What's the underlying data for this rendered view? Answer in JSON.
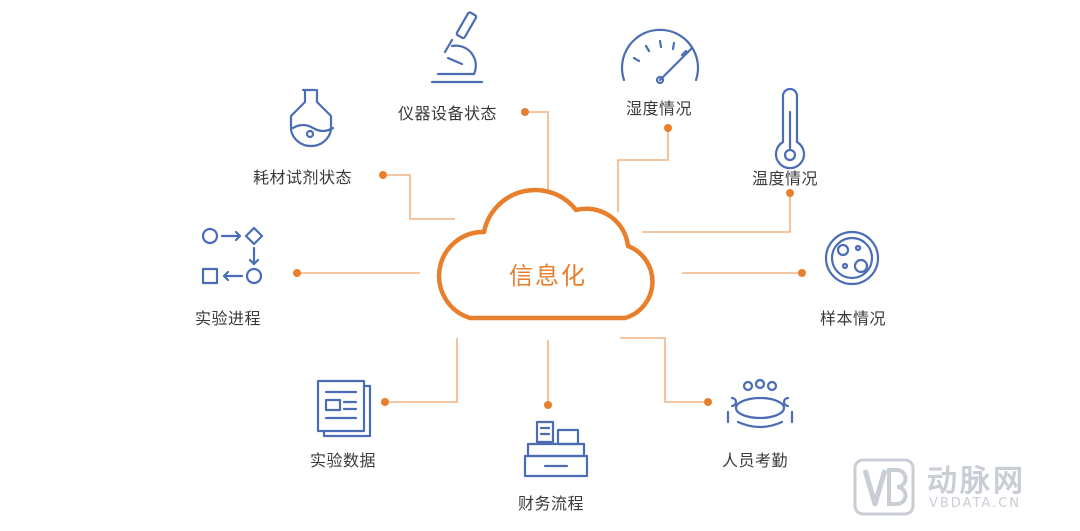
{
  "center": {
    "label": "信息化"
  },
  "nodes": {
    "instrument": "仪器设备状态",
    "humidity": "湿度情况",
    "consumables": "耗材试剂状态",
    "temperature": "温度情况",
    "progress": "实验进程",
    "sample": "样本情况",
    "data": "实验数据",
    "attendance": "人员考勤",
    "finance": "财务流程"
  },
  "watermark": {
    "logo_text": "动脉网",
    "url_text": "VBDATA.CN"
  },
  "colors": {
    "accent": "#e87f2d",
    "line": "#f2b383",
    "icon": "#4a6db5",
    "text": "#3a3a3a"
  }
}
